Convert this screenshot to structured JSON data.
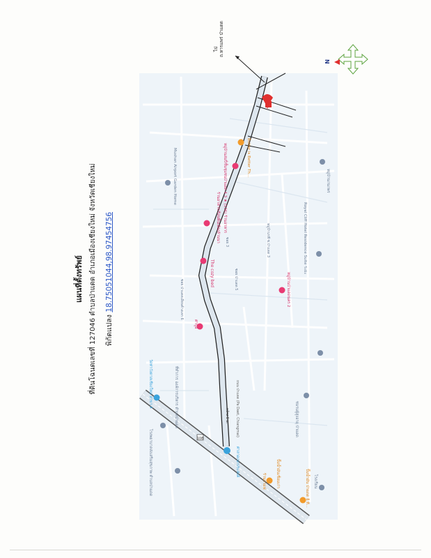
{
  "header": {
    "title": "แผนที่ตั้งทรัพย์",
    "parcel_line": "ที่ดินโฉนดเลขที่ 127046 ตำบลป่าแดด อำเภอเมืองเชียงใหม่ จังหวัดเชียงใหม่",
    "coord_label": "พิกัดแปลง",
    "coord_value": "18.75051044,98.97454756"
  },
  "direction_note": {
    "line1": "ไป",
    "line2": "ถ.หารแพร่ ป่าแดด"
  },
  "compass": {
    "north_label": "N"
  },
  "map_labels": {
    "poi_mashan": "Mushan Airport Garden Home",
    "poi_restaurant_top": "หมู่บ้านสมปี่ชั้นชุมชนป่าแดด 4.3 ★ (136) ร้านอาหาร",
    "poi_butter": "Butter is Better Th...",
    "poi_pink_mid": "ร้านอาหารเรือนพื้นเมืองล้านนา",
    "soi_3_upper": "ซอย 3",
    "soi_3_lower": "หมู่บ้านรพี ซ.ป่าแดด 3",
    "soi_6": "ซอย ป่าแดดเลียบค้างเลก 6",
    "cozy_bed": "The cozy bed",
    "soi_5": "ซอย ป่าแดด 5",
    "royal_cliff": "Royal Cliff Hotel Residence Suite ระยะ",
    "pink_lower": "หมู่บ้านป่าแดดนคร 2",
    "tarn": "ศาปู่อิ",
    "poi_wat": "วัดท่าวังตาลเชียงใหม่ สาขา 4",
    "poi_office": "ที่ทำการ องค์การบริหาร ตำบลป่าแดด",
    "road_main_label": "ถนน ป่าแดด (Pa Daet, Chiangmai)",
    "road_width": "กว้าง 6 ม.",
    "poi_blue_left": "ศาลาอเนกประสงค์",
    "poi_blue_left2": "ชมรมผู้สูงอายุ ป่าแดด",
    "poi_hospital": "โรงพยาบาลส่งเสริมสุขภาพ ตำบลป่าแดด",
    "poi_fuel": "ปั๊มน้ำมันเชื่อมเก่า",
    "poi_orange_1": "ร้านกาแฟ",
    "poi_orange_2": "ปั๊มน้ำมัน ป่าแดด อี.ที...",
    "poi_blue_bottom": "โรงเรียน",
    "poi_right_top": "หมู่บ้านกนกพร",
    "highway_label": "108"
  }
}
